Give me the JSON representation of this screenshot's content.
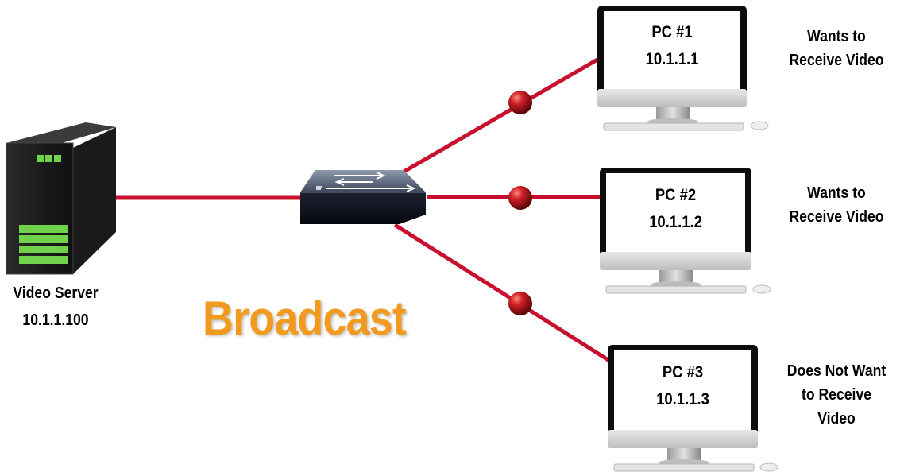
{
  "title": "Broadcast",
  "server": {
    "name": "Video Server",
    "ip": "10.1.1.100"
  },
  "pcs": [
    {
      "name": "PC #1",
      "ip": "10.1.1.1",
      "note_lines": [
        "Wants to",
        "Receive Video"
      ]
    },
    {
      "name": "PC #2",
      "ip": "10.1.1.2",
      "note_lines": [
        "Wants to",
        "Receive Video"
      ]
    },
    {
      "name": "PC #3",
      "ip": "10.1.1.3",
      "note_lines": [
        "Does Not Want",
        "to Receive",
        "Video"
      ]
    }
  ],
  "colors": {
    "link": "#c8102e",
    "packet": "#b3141a",
    "title": "#f29a1e",
    "server_led": "#6fd24a"
  },
  "icons": {
    "server": "server-tower-icon",
    "switch": "network-switch-icon",
    "pc": "desktop-computer-icon",
    "packet": "packet-dot-icon"
  }
}
